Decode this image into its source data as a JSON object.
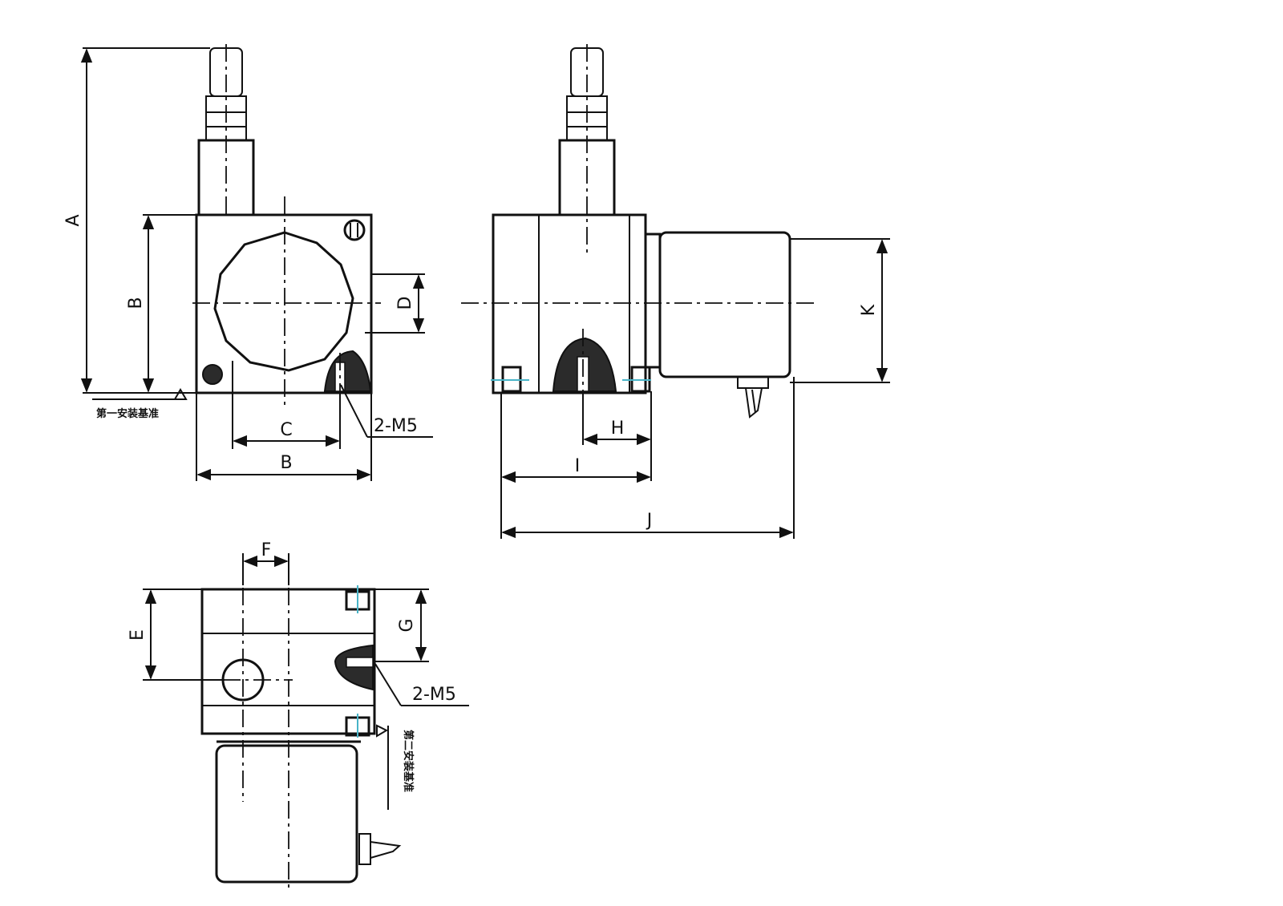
{
  "dimension_labels": {
    "A": "A",
    "B_vertical": "B",
    "B_horizontal": "B",
    "C": "C",
    "D": "D",
    "E": "E",
    "F": "F",
    "G": "G",
    "H": "H",
    "I": "I",
    "J": "J",
    "K": "K"
  },
  "callouts": {
    "thread_front": "2-M5",
    "thread_bottom": "2-M5",
    "mount_surface_1": "第一安装基准",
    "mount_surface_2": "第二安装基准"
  },
  "colors": {
    "line": "#111111",
    "hatch": "#2b2b2b",
    "accent": "#48b4c8"
  }
}
